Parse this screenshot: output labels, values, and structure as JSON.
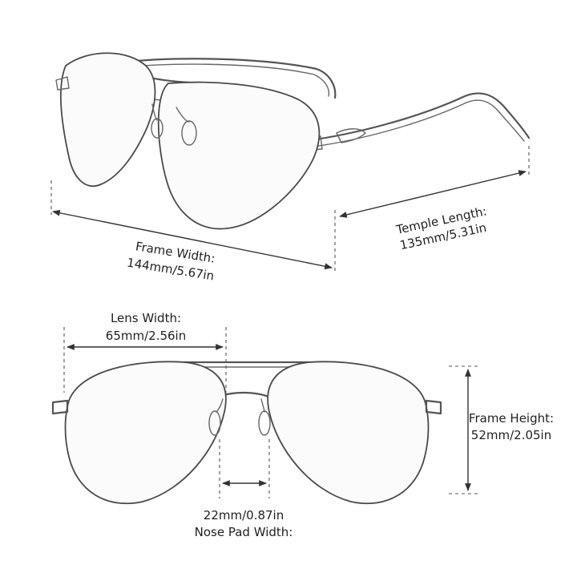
{
  "labels": {
    "frame_width": {
      "title": "Frame Width:",
      "value": "144mm/5.67in"
    },
    "temple_length": {
      "title": "Temple Length:",
      "value": "135mm/5.31in"
    },
    "lens_width": {
      "title": "Lens Width:",
      "value": "65mm/2.56in"
    },
    "frame_height": {
      "title": "Frame Height:",
      "value": "52mm/2.05in"
    },
    "nose_pad_width": {
      "value": "22mm/0.87in",
      "title": "Nose Pad Width:"
    }
  },
  "colors": {
    "line": "#333333",
    "frame": "#555555",
    "text": "#222222",
    "background": "#ffffff"
  }
}
